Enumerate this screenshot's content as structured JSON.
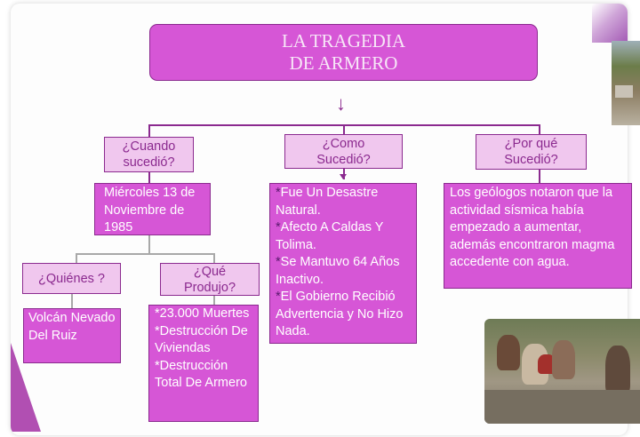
{
  "title": {
    "line1": "LA TRAGEDIA",
    "line2": "DE ARMERO"
  },
  "arrow_glyph": "↓",
  "branches": {
    "cuando": {
      "label": "¿Cuando sucedió?",
      "content": "Miércoles 13 de Noviembre de 1985"
    },
    "como": {
      "label": "¿Como Sucedió?",
      "items": [
        "Fue Un Desastre Natural.",
        "Afecto A Caldas Y Tolima.",
        "Se Mantuvo 64 Años Inactivo.",
        "El Gobierno Recibió Advertencia y No Hizo Nada."
      ]
    },
    "por_que": {
      "label": "¿Por qué Sucedió?",
      "content": "Los geólogos notaron que la actividad sísmica había empezado a aumentar, además encontraron magma accedente con agua."
    },
    "quienes": {
      "label": "¿Quiénes ?",
      "content": "Volcán Nevado Del Ruiz"
    },
    "que_produjo": {
      "label": "¿Qué Produjo?",
      "items": [
        "*23.000 Muertes",
        "*Destrucción De Viviendas",
        "*Destrucción  Total De Armero"
      ]
    }
  },
  "colors": {
    "box_fill": "#d656d6",
    "box_border": "#8b2a8f",
    "label_fill": "#f0c7ee",
    "label_text": "#8b2a8f",
    "asterisk": "#5a1a6e"
  }
}
